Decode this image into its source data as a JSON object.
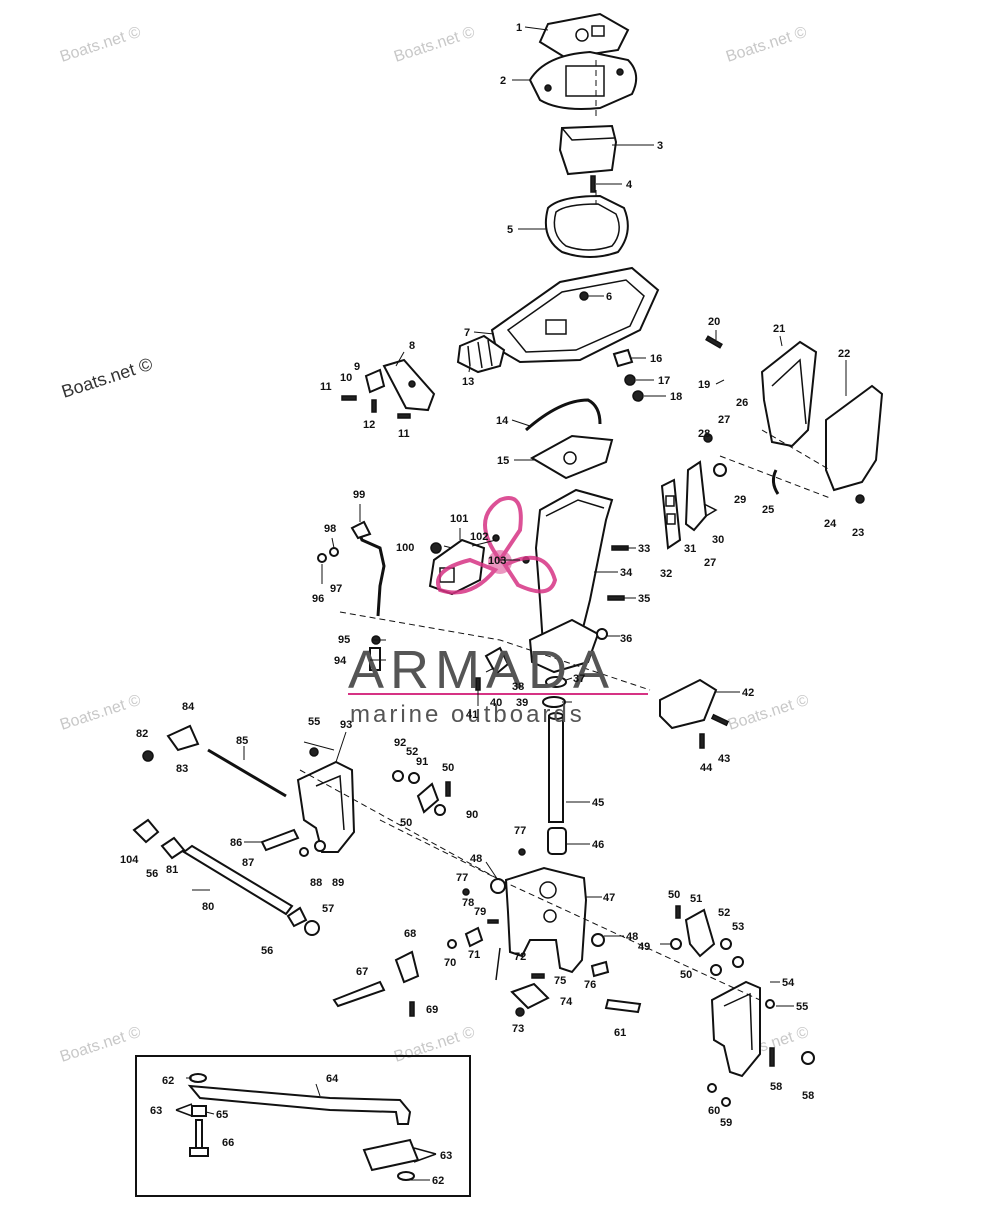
{
  "watermarks": {
    "corner": "Boats.net ©"
  },
  "brand": {
    "name": "ARMADA",
    "tagline": "marine outboards",
    "color": "#d63384"
  },
  "callouts": {
    "c1": "1",
    "c2": "2",
    "c3": "3",
    "c4": "4",
    "c5": "5",
    "c6": "6",
    "c7": "7",
    "c8": "8",
    "c9": "9",
    "c10": "10",
    "c11a": "11",
    "c11b": "11",
    "c12": "12",
    "c13": "13",
    "c14": "14",
    "c15": "15",
    "c16": "16",
    "c17": "17",
    "c18": "18",
    "c19": "19",
    "c20": "20",
    "c21": "21",
    "c22": "22",
    "c23": "23",
    "c24": "24",
    "c25": "25",
    "c26": "26",
    "c27a": "27",
    "c27b": "27",
    "c28": "28",
    "c29": "29",
    "c30": "30",
    "c31": "31",
    "c32": "32",
    "c33": "33",
    "c34": "34",
    "c35": "35",
    "c36": "36",
    "c37": "37",
    "c38": "38",
    "c39": "39",
    "c40": "40",
    "c41": "41",
    "c42": "42",
    "c43": "43",
    "c44": "44",
    "c45": "45",
    "c46": "46",
    "c47": "47",
    "c48a": "48",
    "c48b": "48",
    "c49": "49",
    "c50a": "50",
    "c50b": "50",
    "c50c": "50",
    "c50d": "50",
    "c51": "51",
    "c52a": "52",
    "c52b": "52",
    "c53": "53",
    "c54": "54",
    "c55a": "55",
    "c55b": "55",
    "c56a": "56",
    "c56b": "56",
    "c57": "57",
    "c58a": "58",
    "c58b": "58",
    "c59": "59",
    "c60": "60",
    "c61": "61",
    "c62a": "62",
    "c62b": "62",
    "c63a": "63",
    "c63b": "63",
    "c64": "64",
    "c65": "65",
    "c66": "66",
    "c67": "67",
    "c68": "68",
    "c69": "69",
    "c70": "70",
    "c71": "71",
    "c72": "72",
    "c73": "73",
    "c74": "74",
    "c75": "75",
    "c76": "76",
    "c77a": "77",
    "c77b": "77",
    "c78": "78",
    "c79": "79",
    "c80": "80",
    "c81": "81",
    "c82": "82",
    "c83": "83",
    "c84": "84",
    "c85": "85",
    "c86": "86",
    "c87": "87",
    "c88": "88",
    "c89": "89",
    "c90": "90",
    "c91": "91",
    "c92": "92",
    "c93": "93",
    "c94": "94",
    "c95": "95",
    "c96a": "96",
    "c96b": "96",
    "c97": "97",
    "c98": "98",
    "c99": "99",
    "c100": "100",
    "c101": "101",
    "c102": "102",
    "c103": "103",
    "c104": "104"
  }
}
